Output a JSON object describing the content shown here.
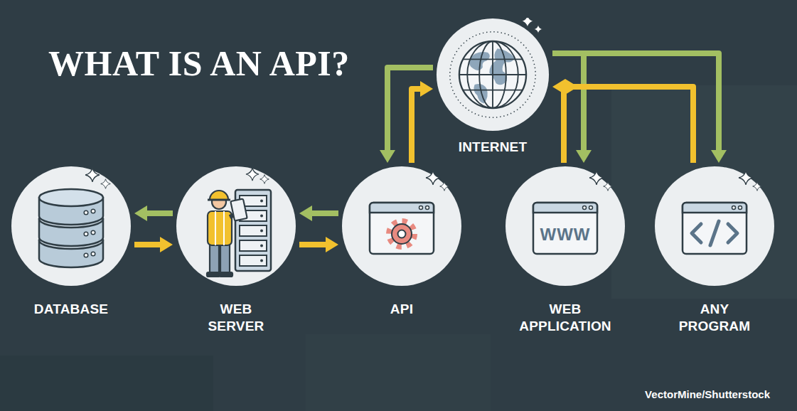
{
  "diagram": {
    "title": "WHAT IS AN API?",
    "nodes": [
      {
        "text": [
          "DATABASE"
        ]
      },
      {
        "text": [
          "WEB SERVER"
        ]
      },
      {
        "text": [
          "API"
        ]
      },
      {
        "text": [
          "INTERNET"
        ]
      },
      {
        "text": [
          "WEB APPLICATION"
        ]
      },
      {
        "text": [
          "ANY PROGRAM"
        ]
      }
    ],
    "edges": [
      {
        "from": 1,
        "to": 0,
        "arrow": "to"
      },
      {
        "from": 0,
        "to": 1,
        "arrow": "to"
      },
      {
        "from": 2,
        "to": 1,
        "arrow": "to"
      },
      {
        "from": 1,
        "to": 2,
        "arrow": "to"
      },
      {
        "from": 3,
        "to": 2,
        "arrow": "to"
      },
      {
        "from": 2,
        "to": 3,
        "arrow": "to"
      },
      {
        "from": 3,
        "to": 4,
        "arrow": "to"
      },
      {
        "from": 4,
        "to": 3,
        "arrow": "to"
      },
      {
        "from": 3,
        "to": 5,
        "arrow": "to"
      },
      {
        "from": 5,
        "to": 3,
        "arrow": "to"
      }
    ],
    "labels": [
      "WWW",
      "VectorMine/Shutterstock"
    ]
  }
}
